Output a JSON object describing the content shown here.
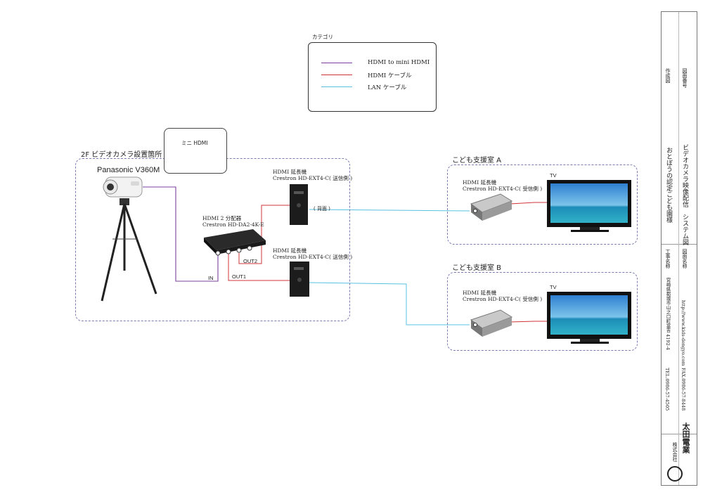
{
  "legend": {
    "title": "カテゴリ",
    "items": [
      {
        "label": "HDMI to mini HDMI",
        "color": "#7b3fa0"
      },
      {
        "label": "HDMI ケーブル",
        "color": "#d0343a"
      },
      {
        "label": "LAN ケーブル",
        "color": "#5bc0e0"
      }
    ]
  },
  "zones": {
    "camera": "2F ビデオカメラ設置箇所",
    "room_a": "こども支援室 A",
    "room_b": "こども支援室 B"
  },
  "camera": {
    "model": "Panasonic V360M"
  },
  "callout": {
    "label": "ミニ HDMI"
  },
  "splitter": {
    "line1": "HDMI 2 分配器",
    "line2": "Crestron HD-DA2-4K-E"
  },
  "sender_top": {
    "line1": "HDMI 延長機",
    "line2": "Crestron HD-EXT4-C( 送信側 )",
    "note": "( 背面 )"
  },
  "sender_bottom": {
    "line1": "HDMI 延長機",
    "line2": "Crestron HD-EXT4-C( 送信側 )"
  },
  "receiver_a": {
    "line1": "HDMI 延長機",
    "line2": "Crestron HD-EXT4-C( 受信側 )"
  },
  "receiver_b": {
    "line1": "HDMI 延長機",
    "line2": "Crestron HD-EXT4-C( 受信側 )"
  },
  "ports": {
    "in": "IN",
    "out1": "OUT1",
    "out2": "OUT2"
  },
  "tv_label": "TV",
  "title_block": {
    "company_prefix": "株式会社",
    "company": "太田電業",
    "address": "宮崎県都城市山之口町富吉 4192-4",
    "tel": "TEL.0986-57-4505",
    "url": "http://www.kids-dengyo.com",
    "fax": "FAX.0986-57-8448",
    "project_label": "工事名称",
    "project": "おとぼうの認定こども園様",
    "drawing_label": "図面名称",
    "drawing": "ビデオカメラ映像配信　システム図",
    "author_label": "作成図",
    "number_label": "図面番号"
  }
}
